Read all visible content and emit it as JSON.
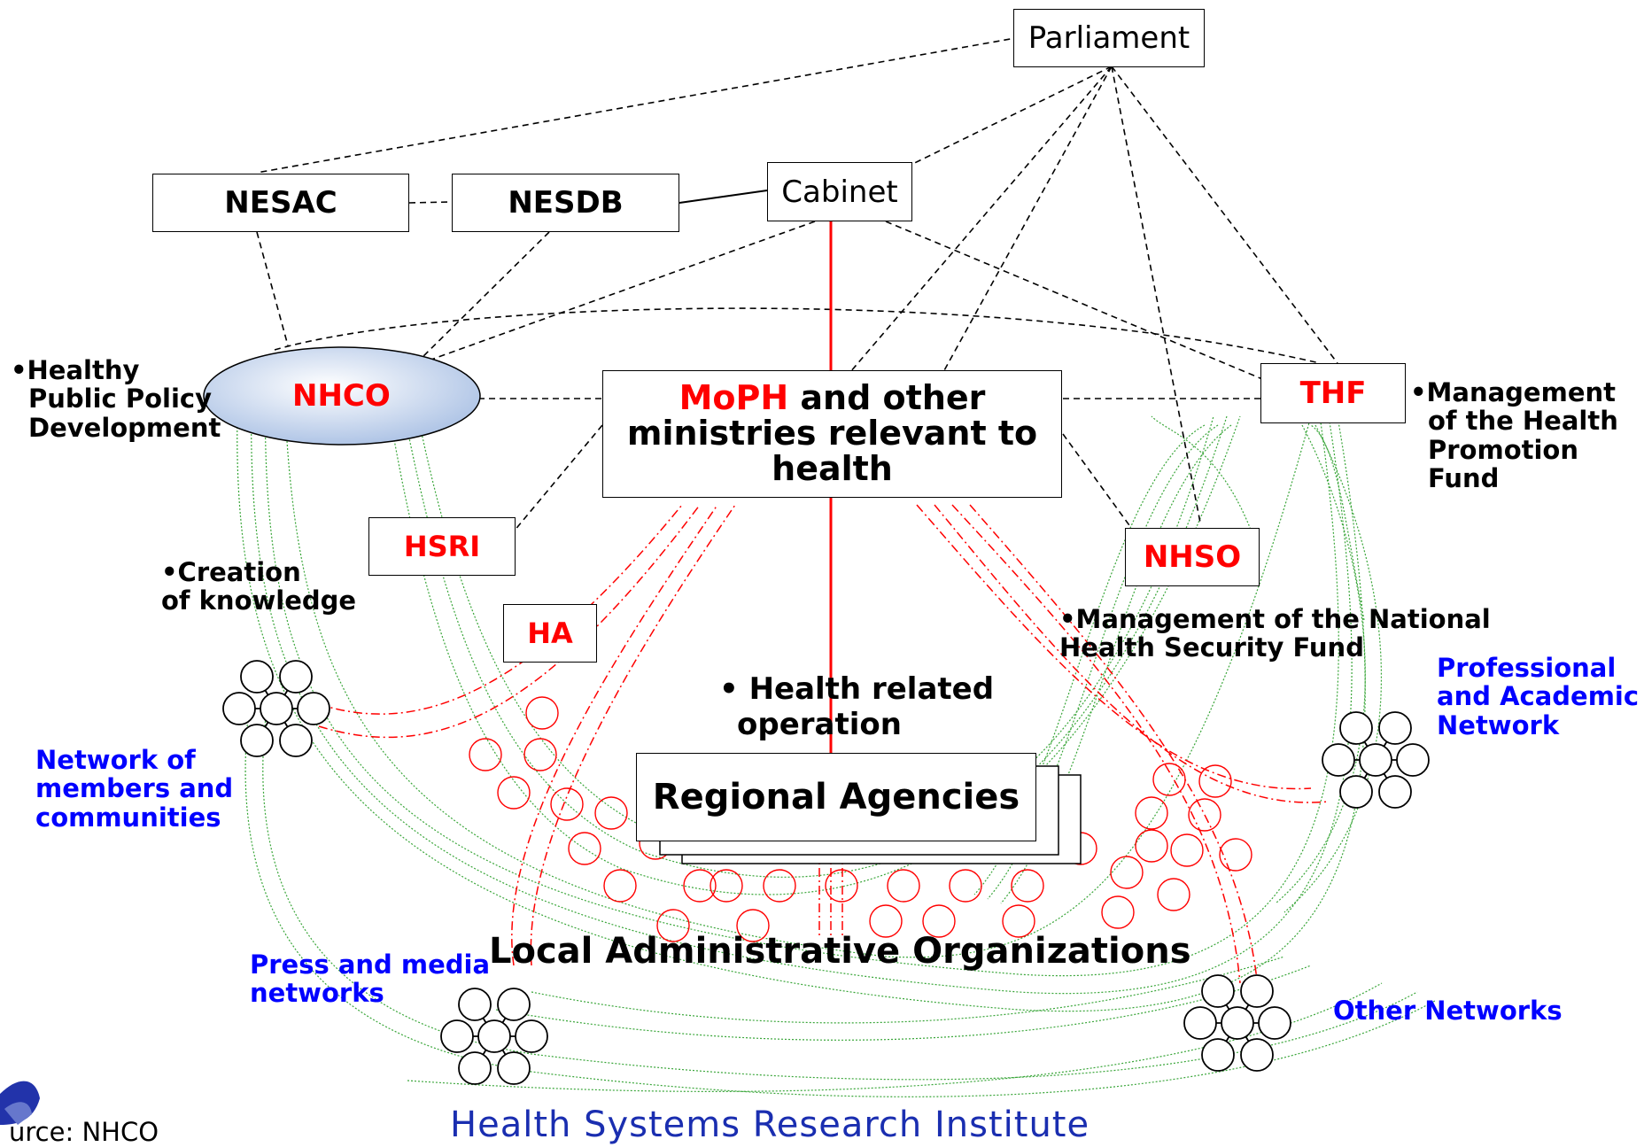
{
  "nodes": {
    "parliament": "Parliament",
    "cabinet": "Cabinet",
    "nesac": "NESAC",
    "nesdb": "NESDB",
    "nhco": "NHCO",
    "moph": {
      "highlight": "MoPH",
      "rest_line1": " and other",
      "line2": "ministries relevant to",
      "line3": "health"
    },
    "thf": "THF",
    "hsri": "HSRI",
    "ha": "HA",
    "nhso": "NHSO",
    "regional": "Regional Agencies",
    "local": "Local Administrative Organizations"
  },
  "roles": {
    "nhco": [
      "•Healthy",
      "Public Policy",
      "Development"
    ],
    "thf": [
      "•Management",
      "of the Health",
      "Promotion",
      "Fund"
    ],
    "knowledge": [
      "•Creation",
      "of knowledge"
    ],
    "nhso": [
      "•Management of the National",
      "Health Security Fund"
    ],
    "operation": [
      "• Health related",
      "operation"
    ]
  },
  "networks": {
    "members": [
      "Network of",
      "members and",
      "communities"
    ],
    "professional": [
      "Professional",
      "and Academic",
      "Network"
    ],
    "press": [
      "Press and media",
      "networks"
    ],
    "other": "Other Networks"
  },
  "footer": {
    "source": "urce:  NHCO",
    "institute": "Health  Systems  Research  Institute"
  },
  "colors": {
    "accent_red": "#ff0000",
    "network_blue": "#0000ff",
    "link_green": "#33aa33",
    "nhco_fill": "#b7cbe8"
  }
}
